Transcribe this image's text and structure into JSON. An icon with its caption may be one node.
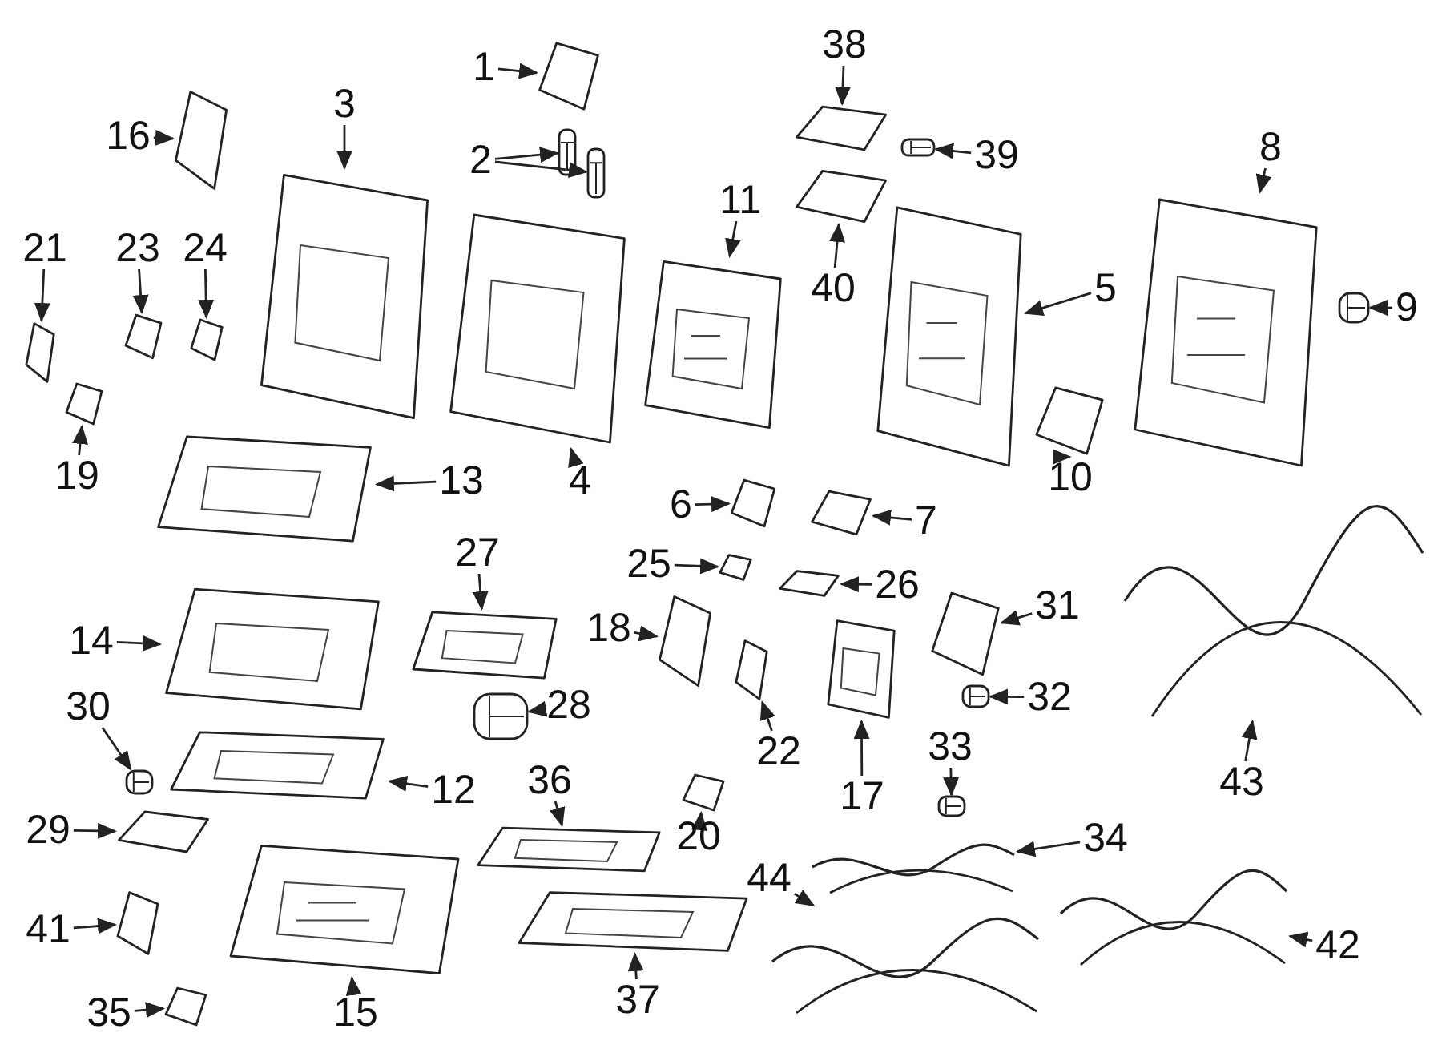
{
  "diagram": {
    "nodes": [
      {
        "text": [
          "1"
        ]
      },
      {
        "text": [],
        "shape": "picture"
      },
      {
        "text": [
          "2"
        ]
      },
      {
        "text": [],
        "shape": "picture"
      },
      {
        "text": [],
        "shape": "picture"
      },
      {
        "text": [
          "3"
        ]
      },
      {
        "text": [],
        "shape": "picture"
      },
      {
        "text": [
          "4"
        ]
      },
      {
        "text": [],
        "shape": "picture"
      },
      {
        "text": [
          "5"
        ]
      },
      {
        "text": [],
        "shape": "picture"
      },
      {
        "text": [
          "6"
        ]
      },
      {
        "text": [],
        "shape": "picture"
      },
      {
        "text": [
          "7"
        ]
      },
      {
        "text": [],
        "shape": "picture"
      },
      {
        "text": [
          "8"
        ]
      },
      {
        "text": [],
        "shape": "picture"
      },
      {
        "text": [
          "9"
        ]
      },
      {
        "text": [],
        "shape": "picture"
      },
      {
        "text": [
          "10"
        ]
      },
      {
        "text": [],
        "shape": "picture"
      },
      {
        "text": [
          "11"
        ]
      },
      {
        "text": [],
        "shape": "picture"
      },
      {
        "text": [
          "12"
        ]
      },
      {
        "text": [],
        "shape": "picture"
      },
      {
        "text": [
          "13"
        ]
      },
      {
        "text": [],
        "shape": "picture"
      },
      {
        "text": [
          "14"
        ]
      },
      {
        "text": [],
        "shape": "picture"
      },
      {
        "text": [
          "15"
        ]
      },
      {
        "text": [],
        "shape": "picture"
      },
      {
        "text": [
          "16"
        ]
      },
      {
        "text": [],
        "shape": "picture"
      },
      {
        "text": [
          "17"
        ]
      },
      {
        "text": [],
        "shape": "picture"
      },
      {
        "text": [
          "18"
        ]
      },
      {
        "text": [],
        "shape": "picture"
      },
      {
        "text": [
          "19"
        ]
      },
      {
        "text": [],
        "shape": "picture"
      },
      {
        "text": [
          "20"
        ]
      },
      {
        "text": [],
        "shape": "picture"
      },
      {
        "text": [
          "21"
        ]
      },
      {
        "text": [],
        "shape": "picture"
      },
      {
        "text": [
          "22"
        ]
      },
      {
        "text": [],
        "shape": "picture"
      },
      {
        "text": [
          "23"
        ]
      },
      {
        "text": [],
        "shape": "picture"
      },
      {
        "text": [
          "24"
        ]
      },
      {
        "text": [],
        "shape": "picture"
      },
      {
        "text": [
          "25"
        ]
      },
      {
        "text": [],
        "shape": "picture"
      },
      {
        "text": [
          "26"
        ]
      },
      {
        "text": [],
        "shape": "picture"
      },
      {
        "text": [
          "27"
        ]
      },
      {
        "text": [],
        "shape": "picture"
      },
      {
        "text": [
          "28"
        ]
      },
      {
        "text": [],
        "shape": "picture"
      },
      {
        "text": [
          "29"
        ]
      },
      {
        "text": [],
        "shape": "picture"
      },
      {
        "text": [
          "30"
        ]
      },
      {
        "text": [],
        "shape": "picture"
      },
      {
        "text": [
          "31"
        ]
      },
      {
        "text": [],
        "shape": "picture"
      },
      {
        "text": [
          "32"
        ]
      },
      {
        "text": [],
        "shape": "picture"
      },
      {
        "text": [
          "33"
        ]
      },
      {
        "text": [],
        "shape": "picture"
      },
      {
        "text": [
          "34"
        ]
      },
      {
        "text": [],
        "shape": "picture"
      },
      {
        "text": [
          "35"
        ]
      },
      {
        "text": [],
        "shape": "picture"
      },
      {
        "text": [
          "36"
        ]
      },
      {
        "text": [],
        "shape": "picture"
      },
      {
        "text": [
          "37"
        ]
      },
      {
        "text": [],
        "shape": "picture"
      },
      {
        "text": [
          "38"
        ]
      },
      {
        "text": [],
        "shape": "picture"
      },
      {
        "text": [
          "39"
        ]
      },
      {
        "text": [],
        "shape": "picture"
      },
      {
        "text": [
          "40"
        ]
      },
      {
        "text": [],
        "shape": "picture"
      },
      {
        "text": [
          "41"
        ]
      },
      {
        "text": [],
        "shape": "picture"
      },
      {
        "text": [
          "42"
        ]
      },
      {
        "text": [],
        "shape": "picture"
      },
      {
        "text": [
          "43"
        ]
      },
      {
        "text": [],
        "shape": "picture"
      },
      {
        "text": [
          "44"
        ]
      },
      {
        "text": [],
        "shape": "picture"
      }
    ],
    "edges": [
      {
        "from": 0,
        "to": 1,
        "arrow": "to"
      },
      {
        "from": 2,
        "to": 3,
        "arrow": "to"
      },
      {
        "from": 2,
        "to": 4,
        "arrow": "to"
      },
      {
        "from": 5,
        "to": 6,
        "arrow": "to"
      },
      {
        "from": 7,
        "to": 8,
        "arrow": "to"
      },
      {
        "from": 9,
        "to": 10,
        "arrow": "to"
      },
      {
        "from": 11,
        "to": 12,
        "arrow": "to"
      },
      {
        "from": 13,
        "to": 14,
        "arrow": "to"
      },
      {
        "from": 15,
        "to": 16,
        "arrow": "to"
      },
      {
        "from": 17,
        "to": 18,
        "arrow": "to"
      },
      {
        "from": 19,
        "to": 20,
        "arrow": "to"
      },
      {
        "from": 21,
        "to": 22,
        "arrow": "to"
      },
      {
        "from": 23,
        "to": 24,
        "arrow": "to"
      },
      {
        "from": 25,
        "to": 26,
        "arrow": "to"
      },
      {
        "from": 27,
        "to": 28,
        "arrow": "to"
      },
      {
        "from": 29,
        "to": 30,
        "arrow": "to"
      },
      {
        "from": 31,
        "to": 32,
        "arrow": "to"
      },
      {
        "from": 33,
        "to": 34,
        "arrow": "to"
      },
      {
        "from": 35,
        "to": 36,
        "arrow": "to"
      },
      {
        "from": 37,
        "to": 38,
        "arrow": "to"
      },
      {
        "from": 39,
        "to": 40,
        "arrow": "to"
      },
      {
        "from": 41,
        "to": 42,
        "arrow": "to"
      },
      {
        "from": 43,
        "to": 44,
        "arrow": "to"
      },
      {
        "from": 45,
        "to": 46,
        "arrow": "to"
      },
      {
        "from": 47,
        "to": 48,
        "arrow": "to"
      },
      {
        "from": 49,
        "to": 50,
        "arrow": "to"
      },
      {
        "from": 51,
        "to": 52,
        "arrow": "to"
      },
      {
        "from": 53,
        "to": 54,
        "arrow": "to"
      },
      {
        "from": 55,
        "to": 56,
        "arrow": "to"
      },
      {
        "from": 57,
        "to": 58,
        "arrow": "to"
      },
      {
        "from": 59,
        "to": 60,
        "arrow": "to"
      },
      {
        "from": 61,
        "to": 62,
        "arrow": "to"
      },
      {
        "from": 63,
        "to": 64,
        "arrow": "to"
      },
      {
        "from": 65,
        "to": 66,
        "arrow": "to"
      },
      {
        "from": 67,
        "to": 68,
        "arrow": "to"
      },
      {
        "from": 69,
        "to": 70,
        "arrow": "to"
      },
      {
        "from": 71,
        "to": 72,
        "arrow": "to"
      },
      {
        "from": 73,
        "to": 74,
        "arrow": "to"
      },
      {
        "from": 75,
        "to": 76,
        "arrow": "to"
      },
      {
        "from": 77,
        "to": 78,
        "arrow": "to"
      },
      {
        "from": 79,
        "to": 80,
        "arrow": "to"
      },
      {
        "from": 81,
        "to": 82,
        "arrow": "to"
      },
      {
        "from": 83,
        "to": 84,
        "arrow": "to"
      },
      {
        "from": 85,
        "to": 86,
        "arrow": "to"
      },
      {
        "from": 87,
        "to": 88,
        "arrow": "to"
      }
    ]
  }
}
